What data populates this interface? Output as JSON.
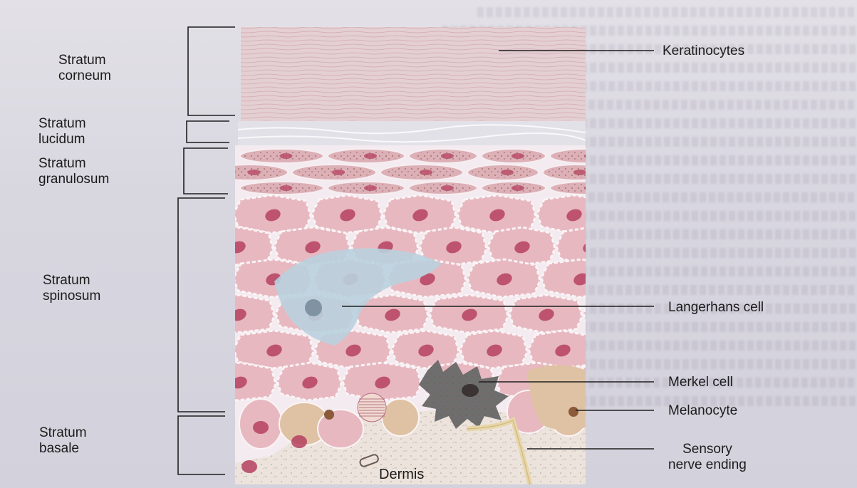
{
  "layers": {
    "corneum": "Stratum\ncorneum",
    "lucidum": "Stratum\nlucidum",
    "granulosum": "Stratum\ngranulosum",
    "spinosum": "Stratum\nspinosum",
    "basale": "Stratum\nbasale"
  },
  "labels": {
    "keratinocytes": "Keratinocytes",
    "langerhans": "Langerhans cell",
    "merkel": "Merkel cell",
    "melanocyte": "Melanocyte",
    "sensory": "Sensory\nnerve ending",
    "dermis": "Dermis"
  },
  "colors": {
    "corneum": "#e4cfd2",
    "lucidum": "#e2e1e8",
    "granulosum": "#dcb0b6",
    "spinosum_cell": "#e7b8c0",
    "nucleus": "#b5415f",
    "langerhans": "#b9d2de",
    "merkel": "#6f6e6e",
    "basal": "#dfc2a3",
    "dermis": "#ece4dc"
  }
}
